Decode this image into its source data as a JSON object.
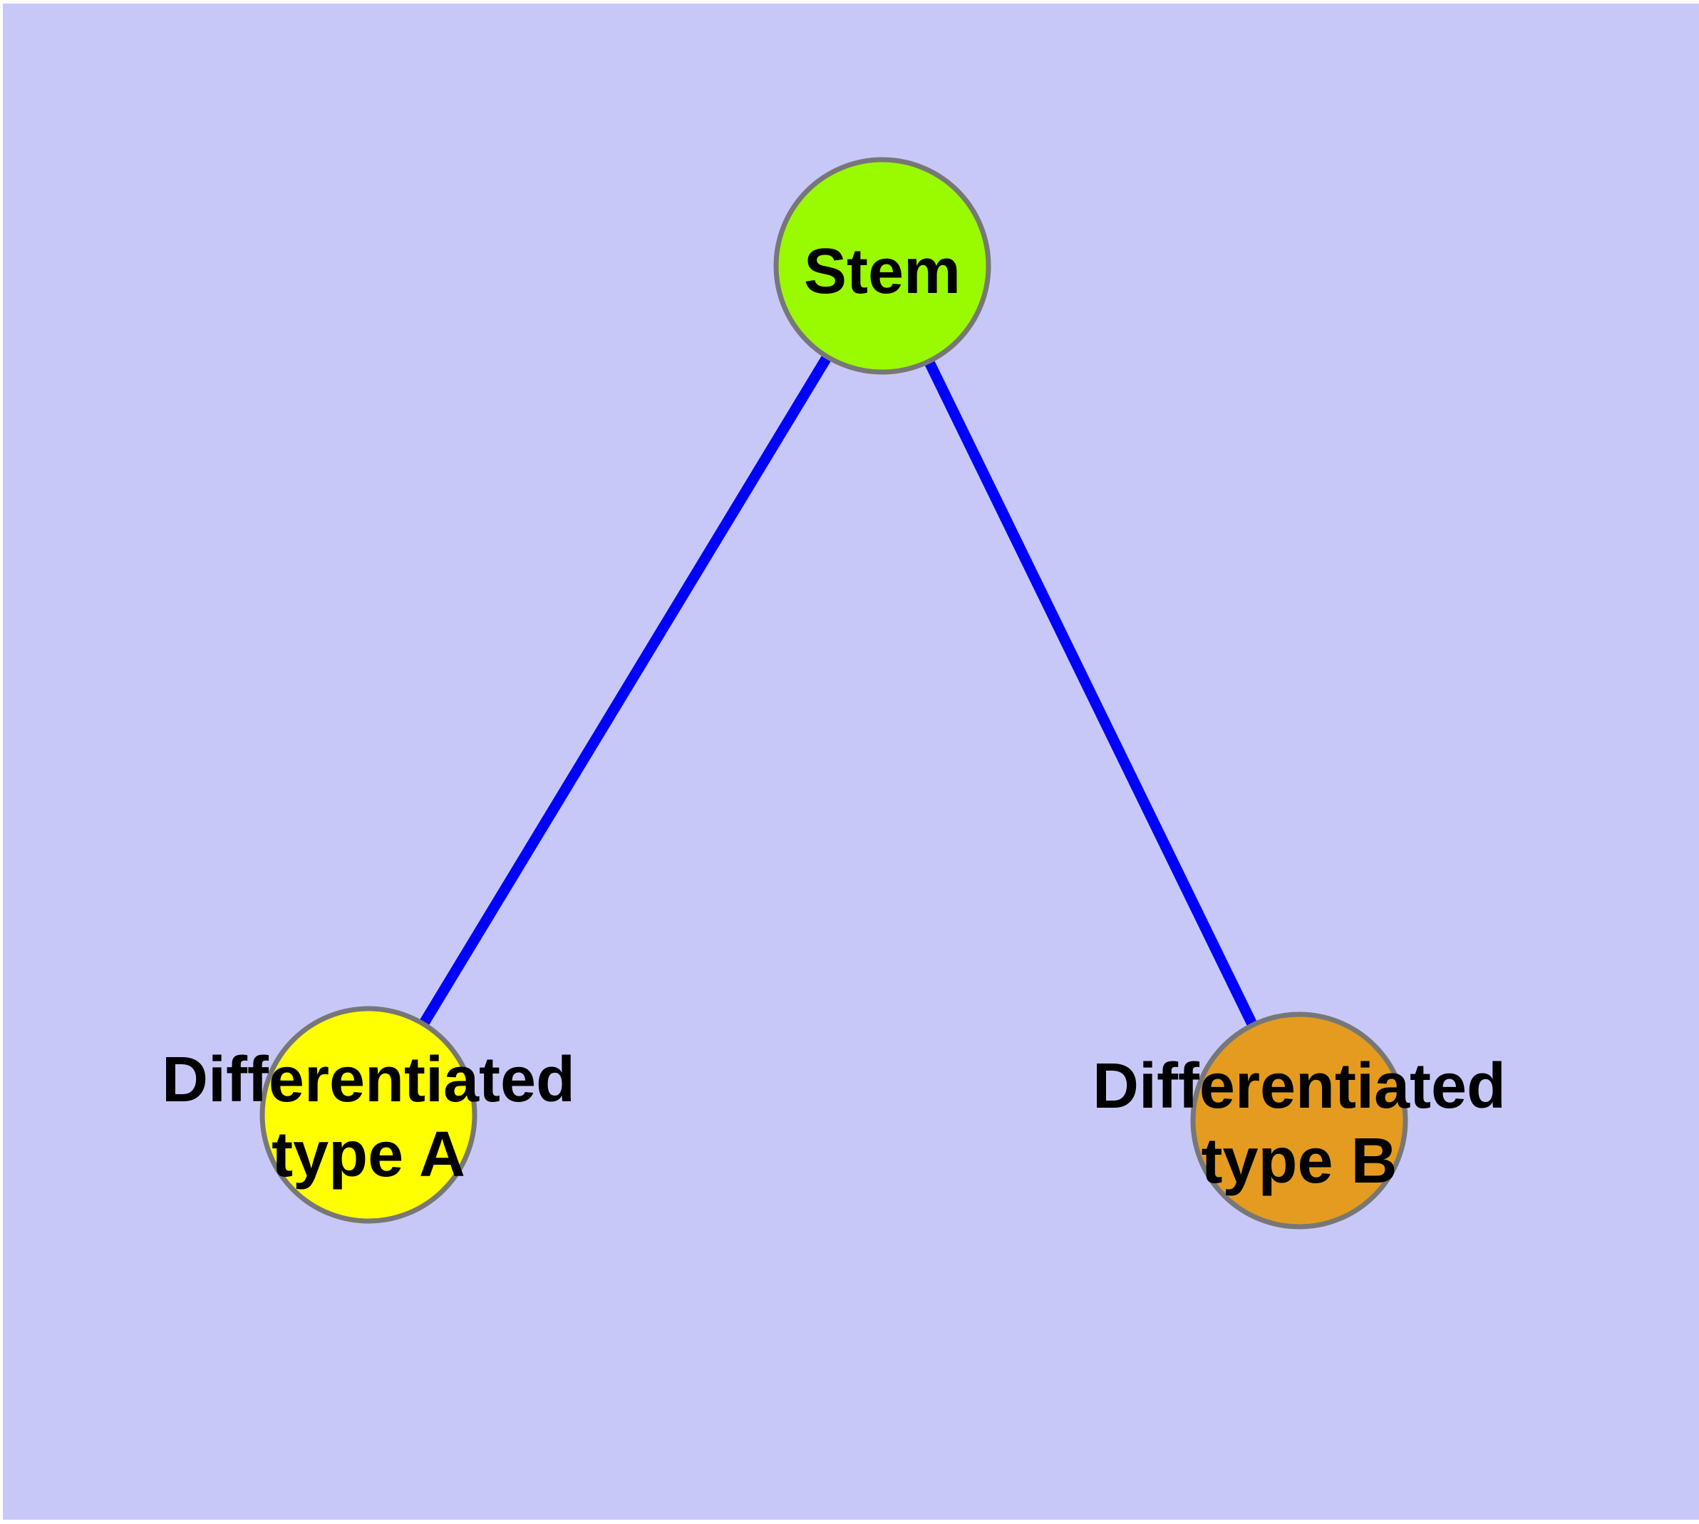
{
  "diagram": {
    "background_color": "#C8C8F8",
    "edge_color": "#0000FF",
    "node_border_color": "#777777",
    "text_color": "#000000",
    "nodes": {
      "stem": {
        "label": "Stem",
        "fill": "#9AFA00"
      },
      "type_a": {
        "label_line1": "Differentiated",
        "label_line2": "type A",
        "fill": "#FFFF00"
      },
      "type_b": {
        "label_line1": "Differentiated",
        "label_line2": "type B",
        "fill": "#E49B1F"
      }
    },
    "edges": [
      {
        "from": "Stem",
        "to": "Differentiated type A"
      },
      {
        "from": "Stem",
        "to": "Differentiated type B"
      }
    ]
  }
}
